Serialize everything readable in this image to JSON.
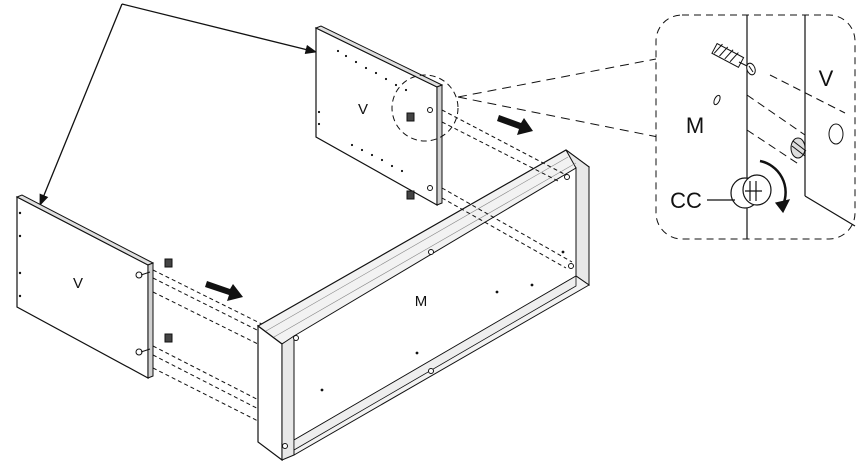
{
  "panel_left": {
    "label": "V"
  },
  "panel_top": {
    "label": "V"
  },
  "frame": {
    "label": "M"
  },
  "detail": {
    "panel_label": "V",
    "frame_label": "M",
    "cam_label": "CC"
  }
}
